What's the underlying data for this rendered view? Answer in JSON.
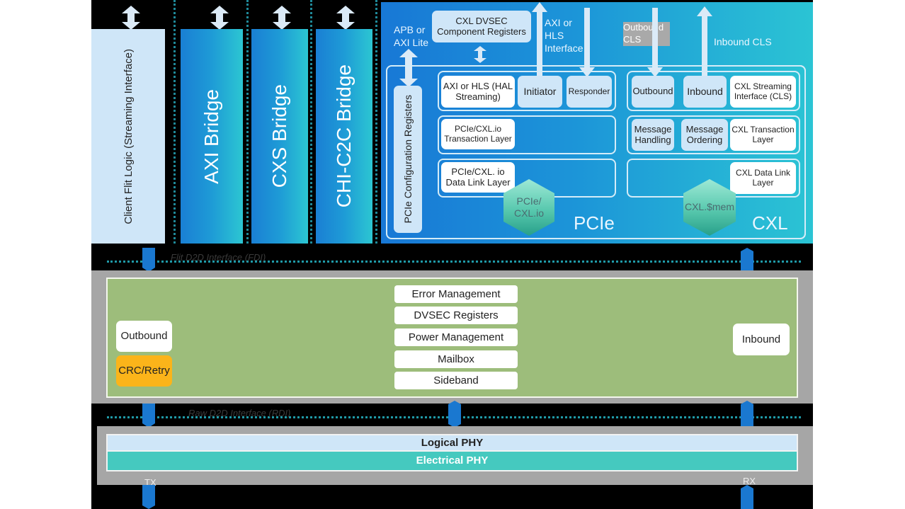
{
  "columns": {
    "client_flit_logic": "Client Flit Logic (Streaming Interface)",
    "axi_bridge": "AXI Bridge",
    "cxs_bridge": "CXS Bridge",
    "chi_c2c_bridge": "CHI-C2C Bridge"
  },
  "protocol_panel": {
    "apb_label": "APB or AXI Lite",
    "cxl_dvsec": "CXL DVSEC Component Registers",
    "axi_hls_interface": "AXI or HLS Interface",
    "outbound_cls_label": "Outbound CLS",
    "inbound_cls_label": "Inbound CLS",
    "pcie_config_registers": "PCIe Configuration Registers",
    "pcie": {
      "title": "PCIe",
      "axi_hls_streaming": "AXI or HLS (HAL Streaming)",
      "initiator": "Initiator",
      "responder": "Responder",
      "transaction_layer": "PCIe/CXL.io Transaction Layer",
      "data_link_layer": "PCIe/CXL. io Data Link Layer",
      "hex_label": "PCIe/ CXL.io"
    },
    "cxl": {
      "title": "CXL",
      "outbound": "Outbound",
      "inbound": "Inbound",
      "streaming_interface": "CXL Streaming Interface (CLS)",
      "message_handling": "Message Handling",
      "message_ordering": "Message Ordering",
      "transaction_layer": "CXL Transaction Layer",
      "data_link_layer": "CXL Data Link Layer",
      "hex_label": "CXL.$mem"
    }
  },
  "fdi_label": "Flit D2D Interface (FDI)",
  "adapter": {
    "outbound": "Outbound",
    "crc_retry": "CRC/Retry",
    "inbound": "Inbound",
    "stack": [
      "Error Management",
      "DVSEC Registers",
      "Power Management",
      "Mailbox",
      "Sideband"
    ]
  },
  "rdi_label": "Raw D2D Interface (RDI)",
  "phy": {
    "logical": "Logical PHY",
    "electrical": "Electrical PHY",
    "tx": "TX",
    "rx": "RX"
  },
  "colors": {
    "bridge_blue": "#1a7fd4",
    "bridge_teal": "#2cc6d2",
    "adapter_green": "#9dbd7b",
    "crc_orange": "#fbb41a",
    "logical_phy": "#cfe6f8",
    "electrical_phy": "#45c9bf",
    "connector_blue": "#1a78d0"
  }
}
